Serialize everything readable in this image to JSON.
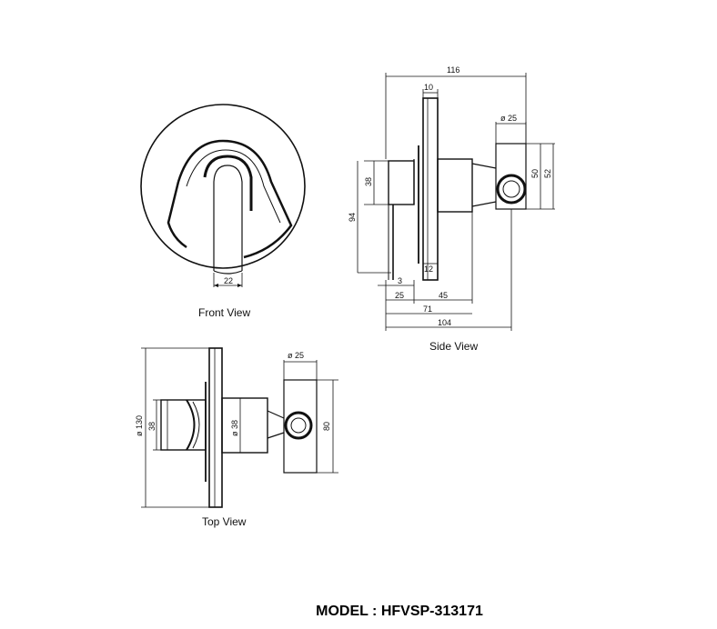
{
  "views": {
    "front": "Front View",
    "side": "Side View",
    "top": "Top View"
  },
  "front_dims": {
    "handle_width": "22"
  },
  "side_dims": {
    "overall_width": "116",
    "plate_thickness": "10",
    "handle_diameter": "ø 25",
    "handle_height_inner": "50",
    "handle_height_outer": "52",
    "body_height": "38",
    "overall_height": "94",
    "gap": "3",
    "plate_bottom": "12",
    "depth_a": "25",
    "depth_b": "45",
    "depth_c": "71",
    "depth_d": "104"
  },
  "top_dims": {
    "plate_diameter": "ø 130",
    "body_width": "38",
    "body_diameter": "ø 38",
    "handle_diameter": "ø 25",
    "handle_length": "80"
  },
  "model": "MODEL : HFVSP-313171",
  "colors": {
    "line": "#111111",
    "background": "#ffffff"
  }
}
